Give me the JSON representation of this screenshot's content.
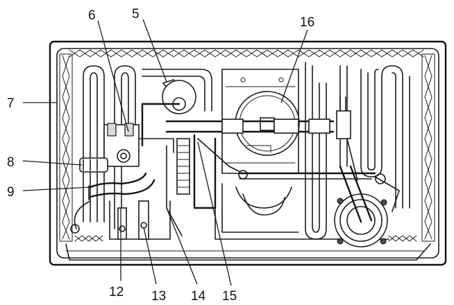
{
  "callouts": [
    {
      "id": "5",
      "label": "5"
    },
    {
      "id": "6",
      "label": "6"
    },
    {
      "id": "7",
      "label": "7"
    },
    {
      "id": "8",
      "label": "8"
    },
    {
      "id": "9",
      "label": "9"
    },
    {
      "id": "12",
      "label": "12"
    },
    {
      "id": "13",
      "label": "13"
    },
    {
      "id": "14",
      "label": "14"
    },
    {
      "id": "15",
      "label": "15"
    },
    {
      "id": "16",
      "label": "16"
    }
  ],
  "colors": {
    "line": "#1a1a1a",
    "background": "#ffffff",
    "shade": "#d9d9d9"
  }
}
